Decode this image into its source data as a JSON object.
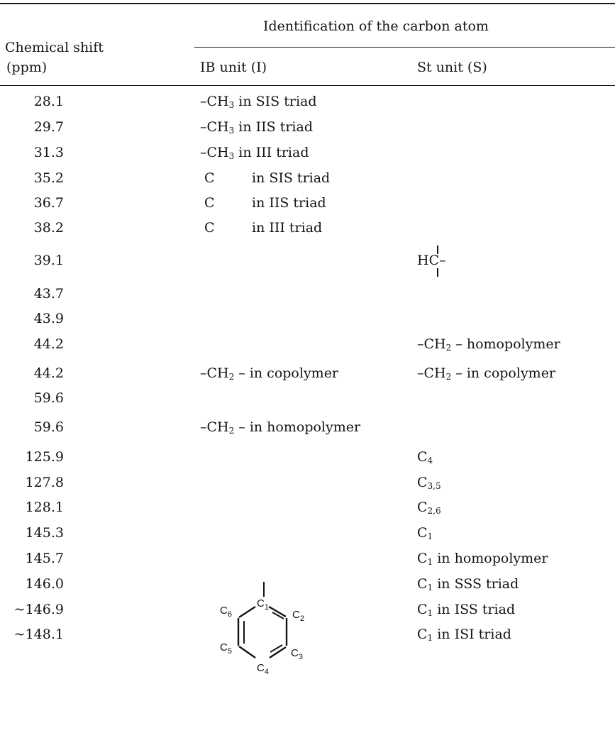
{
  "header": {
    "col1_line1": "Chemical shift",
    "col1_line2": "(ppm)",
    "group_label": "Identification of the carbon atom",
    "col_ib": "IB unit (I)",
    "col_st": "St unit (S)"
  },
  "rows": [
    {
      "shift": "28.1",
      "ib_pre": "–CH",
      "ib_sub": "3",
      "ib_post": " in SIS triad"
    },
    {
      "shift": "29.7",
      "ib_pre": "–CH",
      "ib_sub": "3",
      "ib_post": " in IIS triad"
    },
    {
      "shift": "31.3",
      "ib_pre": "–CH",
      "ib_sub": "3",
      "ib_post": " in III triad"
    },
    {
      "shift": "35.2",
      "ib_atom": "C",
      "ib_post": "in SIS triad"
    },
    {
      "shift": "36.7",
      "ib_atom": "C",
      "ib_post": "in IIS triad"
    },
    {
      "shift": "38.2",
      "ib_atom": "C",
      "ib_post": "in III triad"
    },
    {
      "shift": "39.1",
      "st_text": "HC–"
    },
    {
      "shift": "43.7"
    },
    {
      "shift": "43.9"
    },
    {
      "shift": "44.2",
      "st_pre": "–CH",
      "st_sub": "2",
      "st_post": " – homopolymer"
    },
    {
      "shift": "44.2",
      "ib_pre": "–CH",
      "ib_sub": "2",
      "ib_post": " – in copolymer",
      "st_pre": "–CH",
      "st_sub": "2",
      "st_post": " – in copolymer"
    },
    {
      "shift": "59.6"
    },
    {
      "shift": "59.6",
      "ib_pre": "–CH",
      "ib_sub": "2",
      "ib_post": " – in homopolymer"
    },
    {
      "shift": "125.9",
      "st_pre": "C",
      "st_sub": "4",
      "st_post": ""
    },
    {
      "shift": "127.8",
      "st_pre": "C",
      "st_sub": "3,5",
      "st_post": ""
    },
    {
      "shift": "128.1",
      "st_pre": "C",
      "st_sub": "2,6",
      "st_post": ""
    },
    {
      "shift": "145.3",
      "st_pre": "C",
      "st_sub": "1",
      "st_post": ""
    },
    {
      "shift": "145.7",
      "st_pre": "C",
      "st_sub": "1",
      "st_post": " in homopolymer"
    },
    {
      "shift": "146.0",
      "st_pre": "C",
      "st_sub": "1",
      "st_post": " in SSS triad"
    },
    {
      "shift": "~146.9",
      "st_pre": "C",
      "st_sub": "1",
      "st_post": " in ISS triad"
    },
    {
      "shift": "~148.1",
      "st_pre": "C",
      "st_sub": "1",
      "st_post": " in ISI triad"
    }
  ],
  "ring_labels": {
    "c1": "C",
    "c1s": "1",
    "c2": "C",
    "c2s": "2",
    "c3": "C",
    "c3s": "3",
    "c4": "C",
    "c4s": "4",
    "c5": "C",
    "c5s": "5",
    "c6": "C",
    "c6s": "6"
  }
}
